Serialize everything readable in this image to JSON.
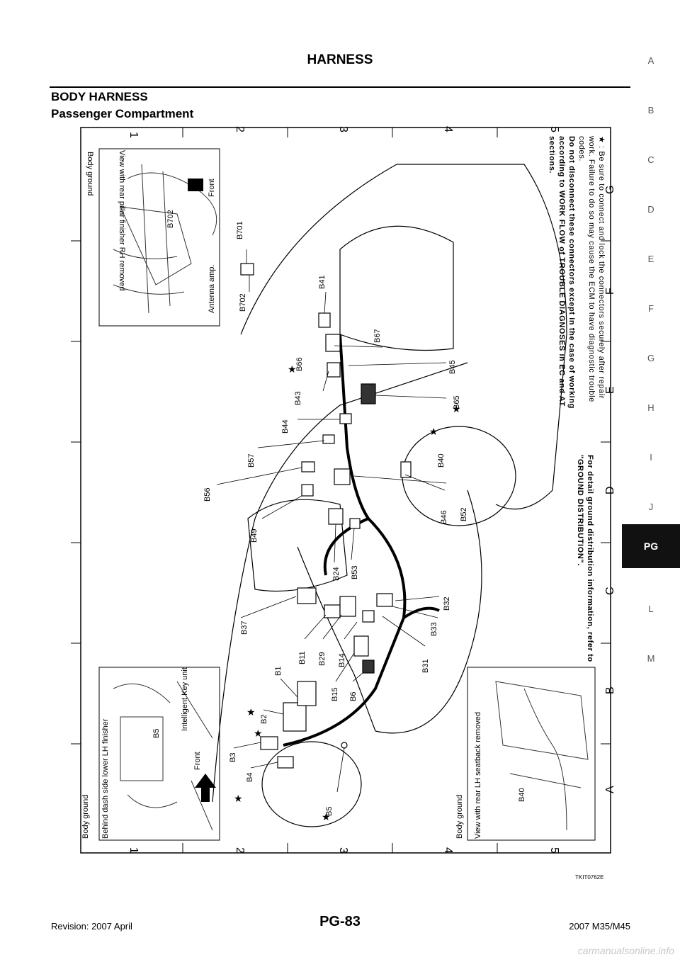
{
  "header": {
    "title": "HARNESS"
  },
  "section": {
    "title": "BODY HARNESS",
    "subtitle": "Passenger Compartment"
  },
  "tabs": [
    "A",
    "B",
    "C",
    "D",
    "E",
    "F",
    "G",
    "H",
    "I",
    "J",
    "PG",
    "L",
    "M"
  ],
  "active_tab": "PG",
  "grid": {
    "numbers": [
      "1",
      "2",
      "3",
      "4",
      "5"
    ],
    "letters": [
      "A",
      "B",
      "C",
      "D",
      "E",
      "F",
      "G"
    ]
  },
  "insets": {
    "top": {
      "title": "Body ground",
      "caption": "View with rear pillar finisher RH removed",
      "labels": [
        "B702",
        "Antenna amp.",
        "Front"
      ]
    },
    "left": {
      "title": "Body ground",
      "caption": "Behind dash side lower LH finisher",
      "labels": [
        "B5",
        "Intelligent Key unit",
        "Front"
      ]
    },
    "bottom": {
      "title": "Body ground",
      "caption": "View with rear LH seatback removed",
      "labels": [
        "B40"
      ]
    }
  },
  "connectors": [
    "B701",
    "B702",
    "B41",
    "B67",
    "B66",
    "B45",
    "B43",
    "B65",
    "B44",
    "B40",
    "B57",
    "B56",
    "B46",
    "B52",
    "B49",
    "B24",
    "B53",
    "B32",
    "B37",
    "B33",
    "B11",
    "B29",
    "B14",
    "B31",
    "B1",
    "B15",
    "B6",
    "B2",
    "B3",
    "B4",
    "B5"
  ],
  "notes": {
    "star_note": "★ : Be sure to connect and lock the connectors securely after repair work. Failure to do so may cause the ECM to have diagnostic trouble codes.",
    "star_note_bold": "Do not disconnect these connectors except in the case of working according to WORK FLOW of TROUBLE DIAGNOSES in EC and AT sections.",
    "ground_note": "For detail ground distribution information, refer to \"GROUND DISTRIBUTION\"."
  },
  "figure_code": "TKIT0762E",
  "footer": {
    "revision": "Revision: 2007 April",
    "page": "PG-83",
    "model": "2007 M35/M45"
  },
  "watermark": "carmanualsonline.info"
}
